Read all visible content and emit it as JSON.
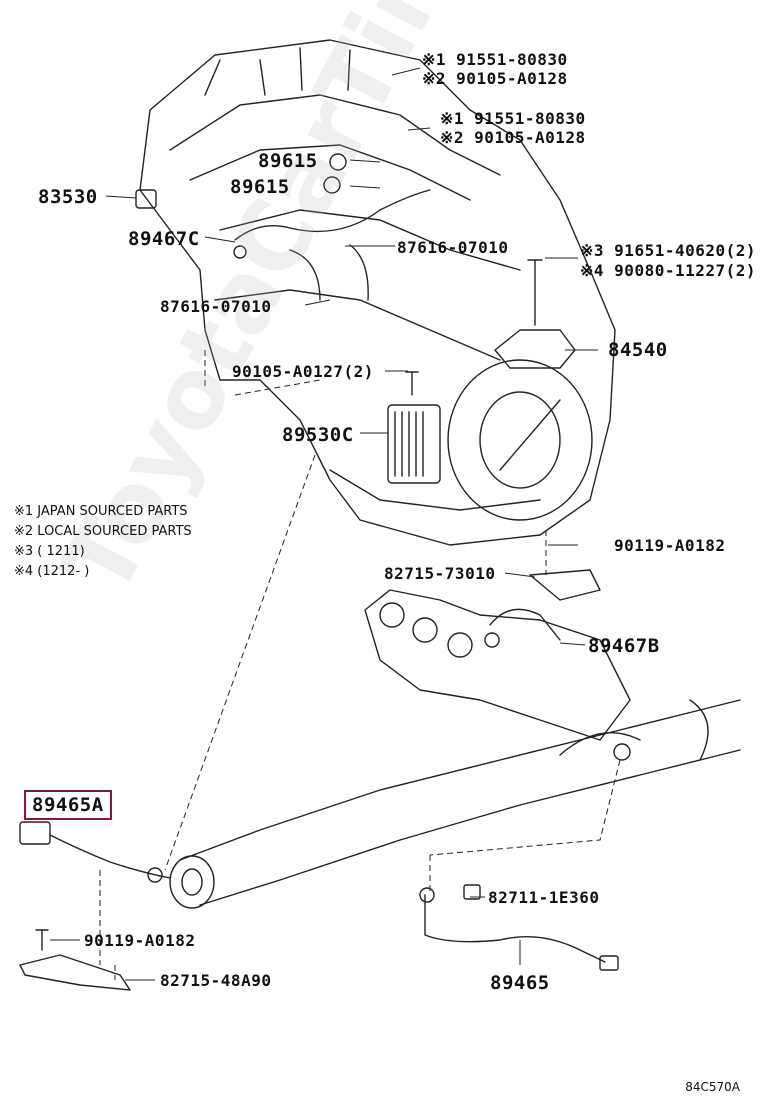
{
  "watermark": "ToyotaCarTime.ru",
  "figure_code": "84C570A",
  "highlight_color": "#8b1538",
  "notes": [
    "※1 JAPAN SOURCED PARTS",
    "※2 LOCAL SOURCED PARTS",
    "※3 (        1211)",
    "※4 (1212-       )"
  ],
  "labels": {
    "p1": "※1 91551-80830",
    "p2": "※2 90105-A0128",
    "p3": "※1 91551-80830",
    "p4": "※2 90105-A0128",
    "p5": "89615",
    "p6": "89615",
    "p7": "83530",
    "p8": "89467C",
    "p9": "87616-07010",
    "p10": "※3 91651-40620(2)",
    "p11": "※4 90080-11227(2)",
    "p12": "87616-07010",
    "p13": "84540",
    "p14": "90105-A0127(2)",
    "p15": "89530C",
    "p16": "90119-A0182",
    "p17": "82715-73010",
    "p18": "89467B",
    "p19": "89465A",
    "p20": "82711-1E360",
    "p21": "90119-A0182",
    "p22": "82715-48A90",
    "p23": "89465"
  }
}
